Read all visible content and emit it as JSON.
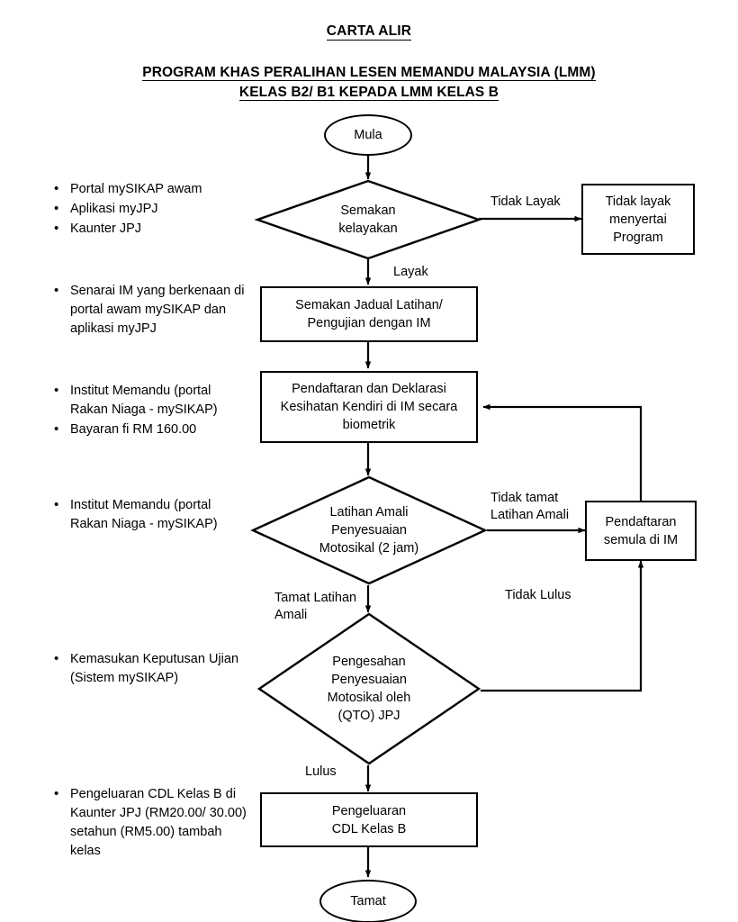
{
  "document": {
    "title_main": "CARTA ALIR",
    "title_sub_line1": "PROGRAM KHAS PERALIHAN LESEN MEMANDU MALAYSIA (LMM)",
    "title_sub_line2": "KELAS B2/ B1 KEPADA LMM KELAS B"
  },
  "notes": [
    {
      "id": "note-eligibility",
      "items": [
        "Portal mySIKAP awam",
        "Aplikasi myJPJ",
        "Kaunter JPJ"
      ]
    },
    {
      "id": "note-schedule",
      "items": [
        "Senarai IM yang berkenaan di portal awam mySIKAP dan aplikasi myJPJ"
      ]
    },
    {
      "id": "note-registration",
      "items": [
        "Institut Memandu (portal Rakan Niaga - mySIKAP)",
        "Bayaran fi RM 160.00"
      ]
    },
    {
      "id": "note-training",
      "items": [
        "Institut Memandu (portal Rakan Niaga - mySIKAP)"
      ]
    },
    {
      "id": "note-results",
      "items": [
        "Kemasukan Keputusan Ujian (Sistem mySIKAP)"
      ]
    },
    {
      "id": "note-issuance",
      "items": [
        "Pengeluaran CDL Kelas B di Kaunter JPJ (RM20.00/ 30.00) setahun (RM5.00) tambah kelas"
      ]
    }
  ],
  "nodes": {
    "start": {
      "label": "Mula",
      "type": "terminator"
    },
    "eligibility_check": {
      "label": "Semakan\nkelayakan",
      "type": "decision"
    },
    "not_eligible": {
      "label": "Tidak layak\nmenyertai\nProgram",
      "type": "process"
    },
    "schedule_check": {
      "label": "Semakan Jadual Latihan/\nPengujian dengan IM",
      "type": "process"
    },
    "registration": {
      "label": "Pendaftaran dan Deklarasi\nKesihatan Kendiri di IM secara\nbiometrik",
      "type": "process"
    },
    "practical_training": {
      "label": "Latihan Amali\nPenyesuaian\nMotosikal (2 jam)",
      "type": "decision"
    },
    "reregister": {
      "label": "Pendaftaran\nsemula di IM",
      "type": "process"
    },
    "verification": {
      "label": "Pengesahan\nPenyesuaian\nMotosikal oleh\n(QTO) JPJ",
      "type": "decision"
    },
    "issuance": {
      "label": "Pengeluaran\nCDL Kelas B",
      "type": "process"
    },
    "end": {
      "label": "Tamat",
      "type": "terminator"
    }
  },
  "edge_labels": {
    "tidak_layak": "Tidak Layak",
    "layak": "Layak",
    "tidak_tamat": "Tidak tamat\nLatihan Amali",
    "tamat_latihan": "Tamat Latihan\nAmali",
    "tidak_lulus": "Tidak Lulus",
    "lulus": "Lulus"
  },
  "colors": {
    "stroke": "#000000",
    "background": "#ffffff",
    "text": "#000000"
  }
}
